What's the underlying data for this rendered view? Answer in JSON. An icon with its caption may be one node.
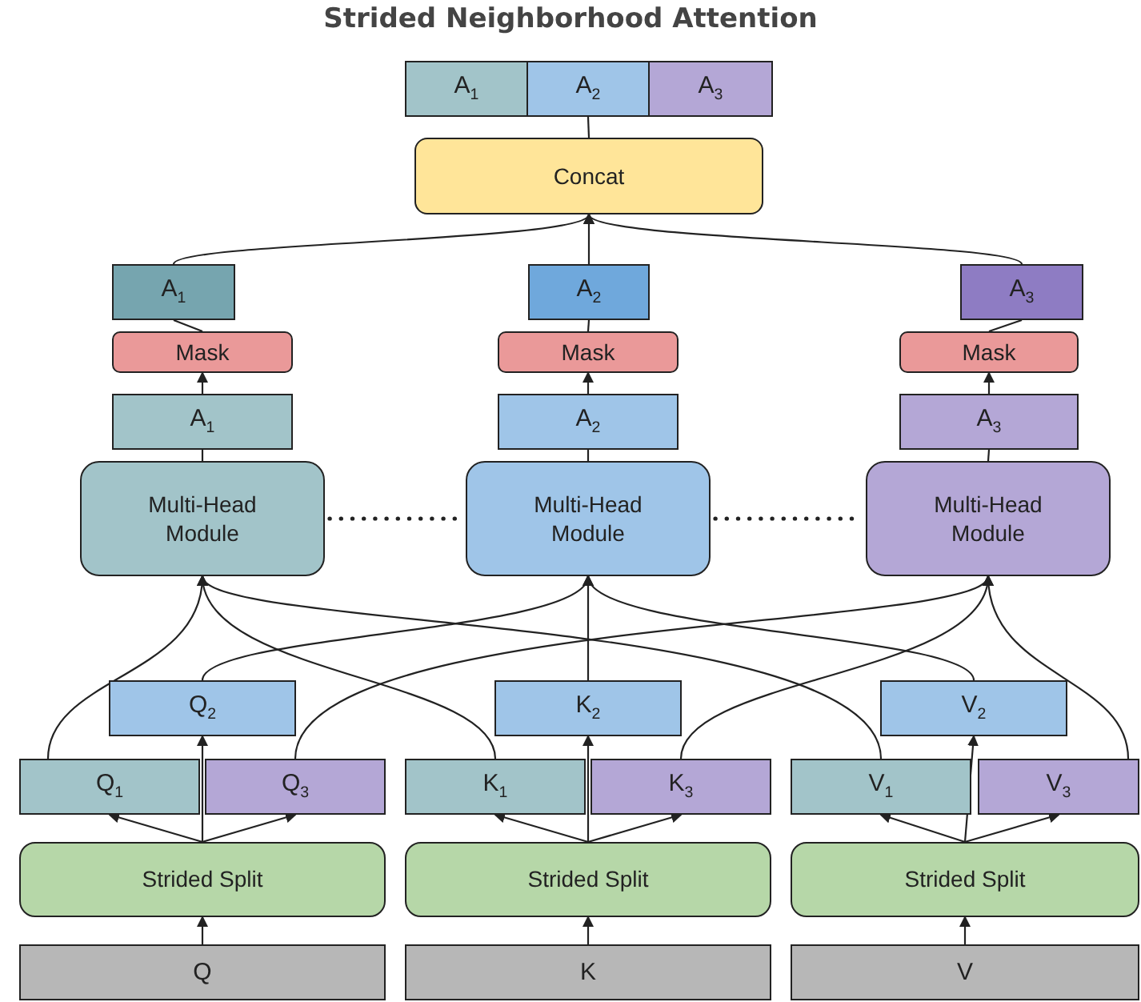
{
  "diagram": {
    "title": "Strided Neighborhood Attention",
    "nodes": [
      {
        "text": [
          "A$_{1}$"
        ]
      },
      {
        "text": [
          "A$_{2}$"
        ]
      },
      {
        "text": [
          "A$_{3}$"
        ]
      },
      {
        "text": [
          "Concat"
        ]
      },
      {
        "text": [
          "A$_{1}$"
        ]
      },
      {
        "text": [
          "A$_{2}$"
        ]
      },
      {
        "text": [
          "A$_{3}$"
        ]
      },
      {
        "text": [
          "Mask"
        ]
      },
      {
        "text": [
          "Mask"
        ]
      },
      {
        "text": [
          "Mask"
        ]
      },
      {
        "text": [
          "A$_{1}$"
        ]
      },
      {
        "text": [
          "A$_{2}$"
        ]
      },
      {
        "text": [
          "A$_{3}$"
        ]
      },
      {
        "text": [
          "Multi-Head Module"
        ]
      },
      {
        "text": [
          "Multi-Head Module"
        ]
      },
      {
        "text": [
          "Multi-Head Module"
        ]
      },
      {
        "text": [
          "Q$_{2}$"
        ]
      },
      {
        "text": [
          "K$_{2}$"
        ]
      },
      {
        "text": [
          "V$_{2}$"
        ]
      },
      {
        "text": [
          "Q$_{1}$"
        ]
      },
      {
        "text": [
          "Q$_{3}$"
        ]
      },
      {
        "text": [
          "K$_{1}$"
        ]
      },
      {
        "text": [
          "K$_{3}$"
        ]
      },
      {
        "text": [
          "V$_{1}$"
        ]
      },
      {
        "text": [
          "V$_{3}$"
        ]
      },
      {
        "text": [
          "Strided Split"
        ]
      },
      {
        "text": [
          "Strided Split"
        ]
      },
      {
        "text": [
          "Strided Split"
        ]
      },
      {
        "text": [
          "Q"
        ]
      },
      {
        "text": [
          "K"
        ]
      },
      {
        "text": [
          "V"
        ]
      }
    ],
    "edges": [
      {
        "from": 3,
        "to": 1,
        "arrow": "none"
      },
      {
        "from": 4,
        "to": 3,
        "arrow": "to"
      },
      {
        "from": 5,
        "to": 3,
        "arrow": "to"
      },
      {
        "from": 6,
        "to": 3,
        "arrow": "to"
      },
      {
        "from": 7,
        "to": 4,
        "arrow": "none"
      },
      {
        "from": 8,
        "to": 5,
        "arrow": "none"
      },
      {
        "from": 9,
        "to": 6,
        "arrow": "none"
      },
      {
        "from": 10,
        "to": 7,
        "arrow": "to"
      },
      {
        "from": 11,
        "to": 8,
        "arrow": "to"
      },
      {
        "from": 12,
        "to": 9,
        "arrow": "to"
      },
      {
        "from": 13,
        "to": 10,
        "arrow": "none"
      },
      {
        "from": 14,
        "to": 11,
        "arrow": "none"
      },
      {
        "from": 15,
        "to": 12,
        "arrow": "none"
      },
      {
        "from": 13,
        "to": 14,
        "arrow": "none",
        "style": "dashed"
      },
      {
        "from": 14,
        "to": 15,
        "arrow": "none",
        "style": "dashed"
      },
      {
        "from": 19,
        "to": 13,
        "arrow": "to"
      },
      {
        "from": 21,
        "to": 13,
        "arrow": "to"
      },
      {
        "from": 23,
        "to": 13,
        "arrow": "to"
      },
      {
        "from": 16,
        "to": 14,
        "arrow": "to"
      },
      {
        "from": 17,
        "to": 14,
        "arrow": "to"
      },
      {
        "from": 18,
        "to": 14,
        "arrow": "to"
      },
      {
        "from": 20,
        "to": 15,
        "arrow": "to"
      },
      {
        "from": 22,
        "to": 15,
        "arrow": "to"
      },
      {
        "from": 24,
        "to": 15,
        "arrow": "to"
      },
      {
        "from": 25,
        "to": 19,
        "arrow": "to"
      },
      {
        "from": 25,
        "to": 16,
        "arrow": "to"
      },
      {
        "from": 25,
        "to": 20,
        "arrow": "to"
      },
      {
        "from": 26,
        "to": 21,
        "arrow": "to"
      },
      {
        "from": 26,
        "to": 17,
        "arrow": "to"
      },
      {
        "from": 26,
        "to": 22,
        "arrow": "to"
      },
      {
        "from": 27,
        "to": 23,
        "arrow": "to"
      },
      {
        "from": 27,
        "to": 18,
        "arrow": "to"
      },
      {
        "from": 27,
        "to": 24,
        "arrow": "to"
      },
      {
        "from": 28,
        "to": 25,
        "arrow": "to"
      },
      {
        "from": 29,
        "to": 26,
        "arrow": "to"
      },
      {
        "from": 30,
        "to": 27,
        "arrow": "to"
      }
    ]
  }
}
